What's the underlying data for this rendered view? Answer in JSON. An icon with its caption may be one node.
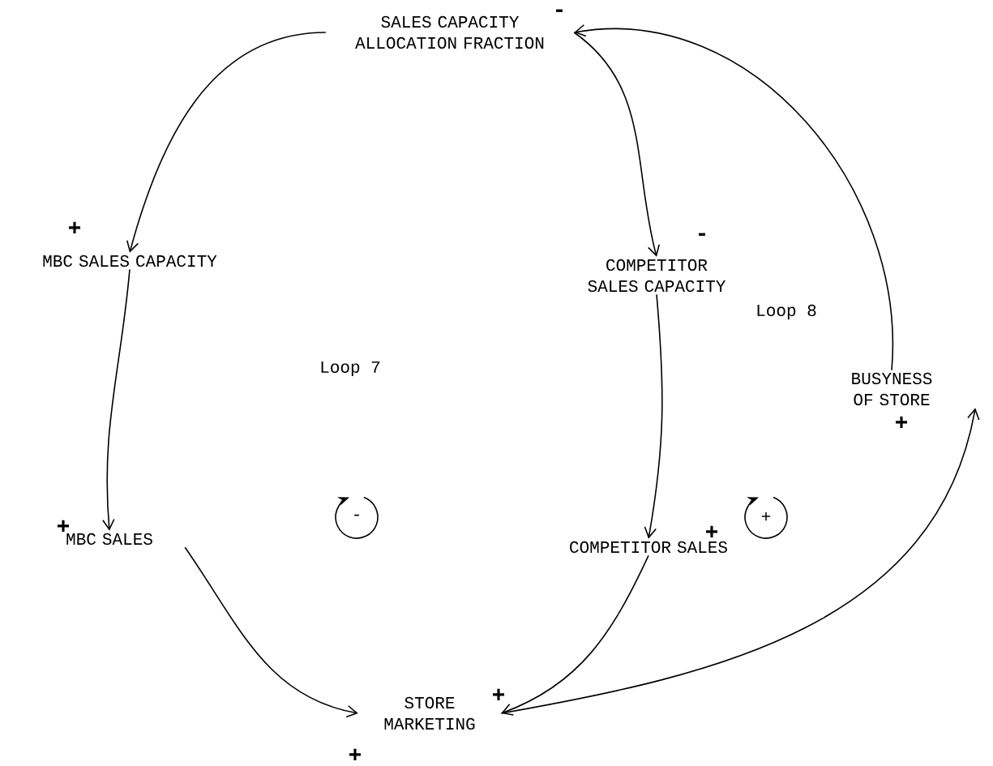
{
  "diagram": {
    "nodes": [
      {
        "text": [
          "SALES CAPACITY ALLOCATION FRACTION"
        ]
      },
      {
        "text": [
          "MBC SALES CAPACITY"
        ]
      },
      {
        "text": [
          "COMPETITOR SALES CAPACITY"
        ]
      },
      {
        "text": [
          "MBC SALES"
        ]
      },
      {
        "text": [
          "COMPETITOR SALES"
        ]
      },
      {
        "text": [
          "STORE MARKETING"
        ]
      },
      {
        "text": [
          "BUSYNESS OF STORE"
        ]
      },
      {
        "text": [
          "-"
        ]
      },
      {
        "text": [
          "+"
        ]
      }
    ],
    "edges": [
      {
        "from": 0,
        "to": 1,
        "arrow": "to",
        "label": "+"
      },
      {
        "from": 0,
        "to": 2,
        "arrow": "to",
        "label": "-"
      },
      {
        "from": 1,
        "to": 3,
        "arrow": "to",
        "label": "+"
      },
      {
        "from": 2,
        "to": 4,
        "arrow": "to",
        "label": "+"
      },
      {
        "from": 3,
        "to": 5,
        "arrow": "to",
        "label": "+"
      },
      {
        "from": 4,
        "to": 5,
        "arrow": "to",
        "label": "+"
      },
      {
        "from": 5,
        "to": 6,
        "arrow": "to",
        "label": "+"
      },
      {
        "from": 6,
        "to": 0,
        "arrow": "to",
        "label": "-"
      }
    ],
    "labels": [
      "Loop 7",
      "Loop 8"
    ]
  }
}
